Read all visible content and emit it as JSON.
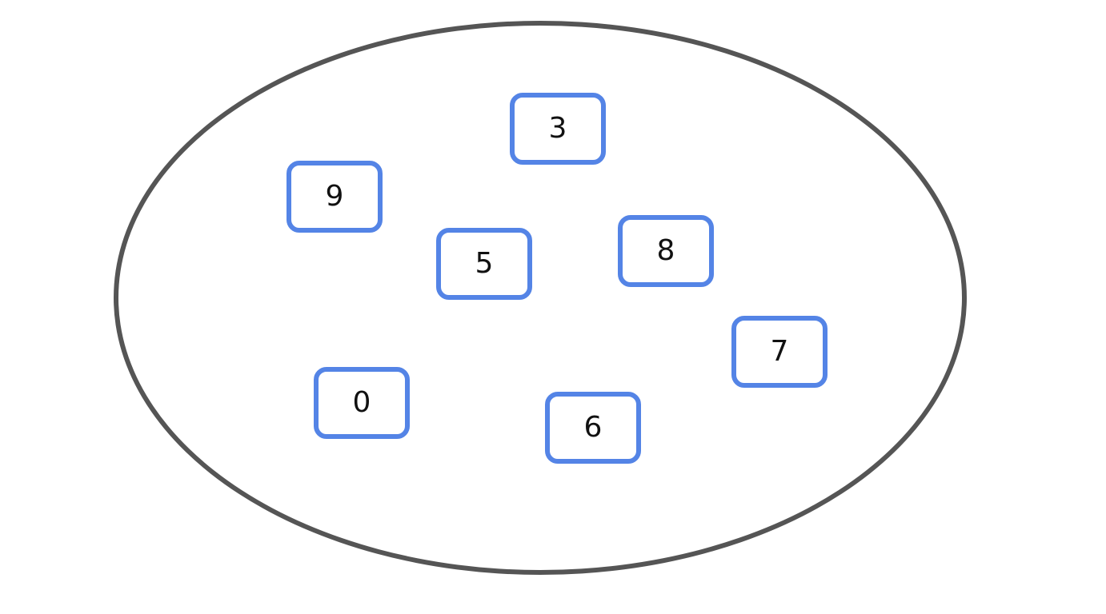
{
  "diagram": {
    "container_shape": "ellipse",
    "colors": {
      "ellipse_border": "#555555",
      "box_border": "#5484e6",
      "label_text": "#111111",
      "background": "#ffffff"
    },
    "elements": [
      {
        "label": "3"
      },
      {
        "label": "9"
      },
      {
        "label": "5"
      },
      {
        "label": "8"
      },
      {
        "label": "7"
      },
      {
        "label": "0"
      },
      {
        "label": "6"
      }
    ]
  }
}
